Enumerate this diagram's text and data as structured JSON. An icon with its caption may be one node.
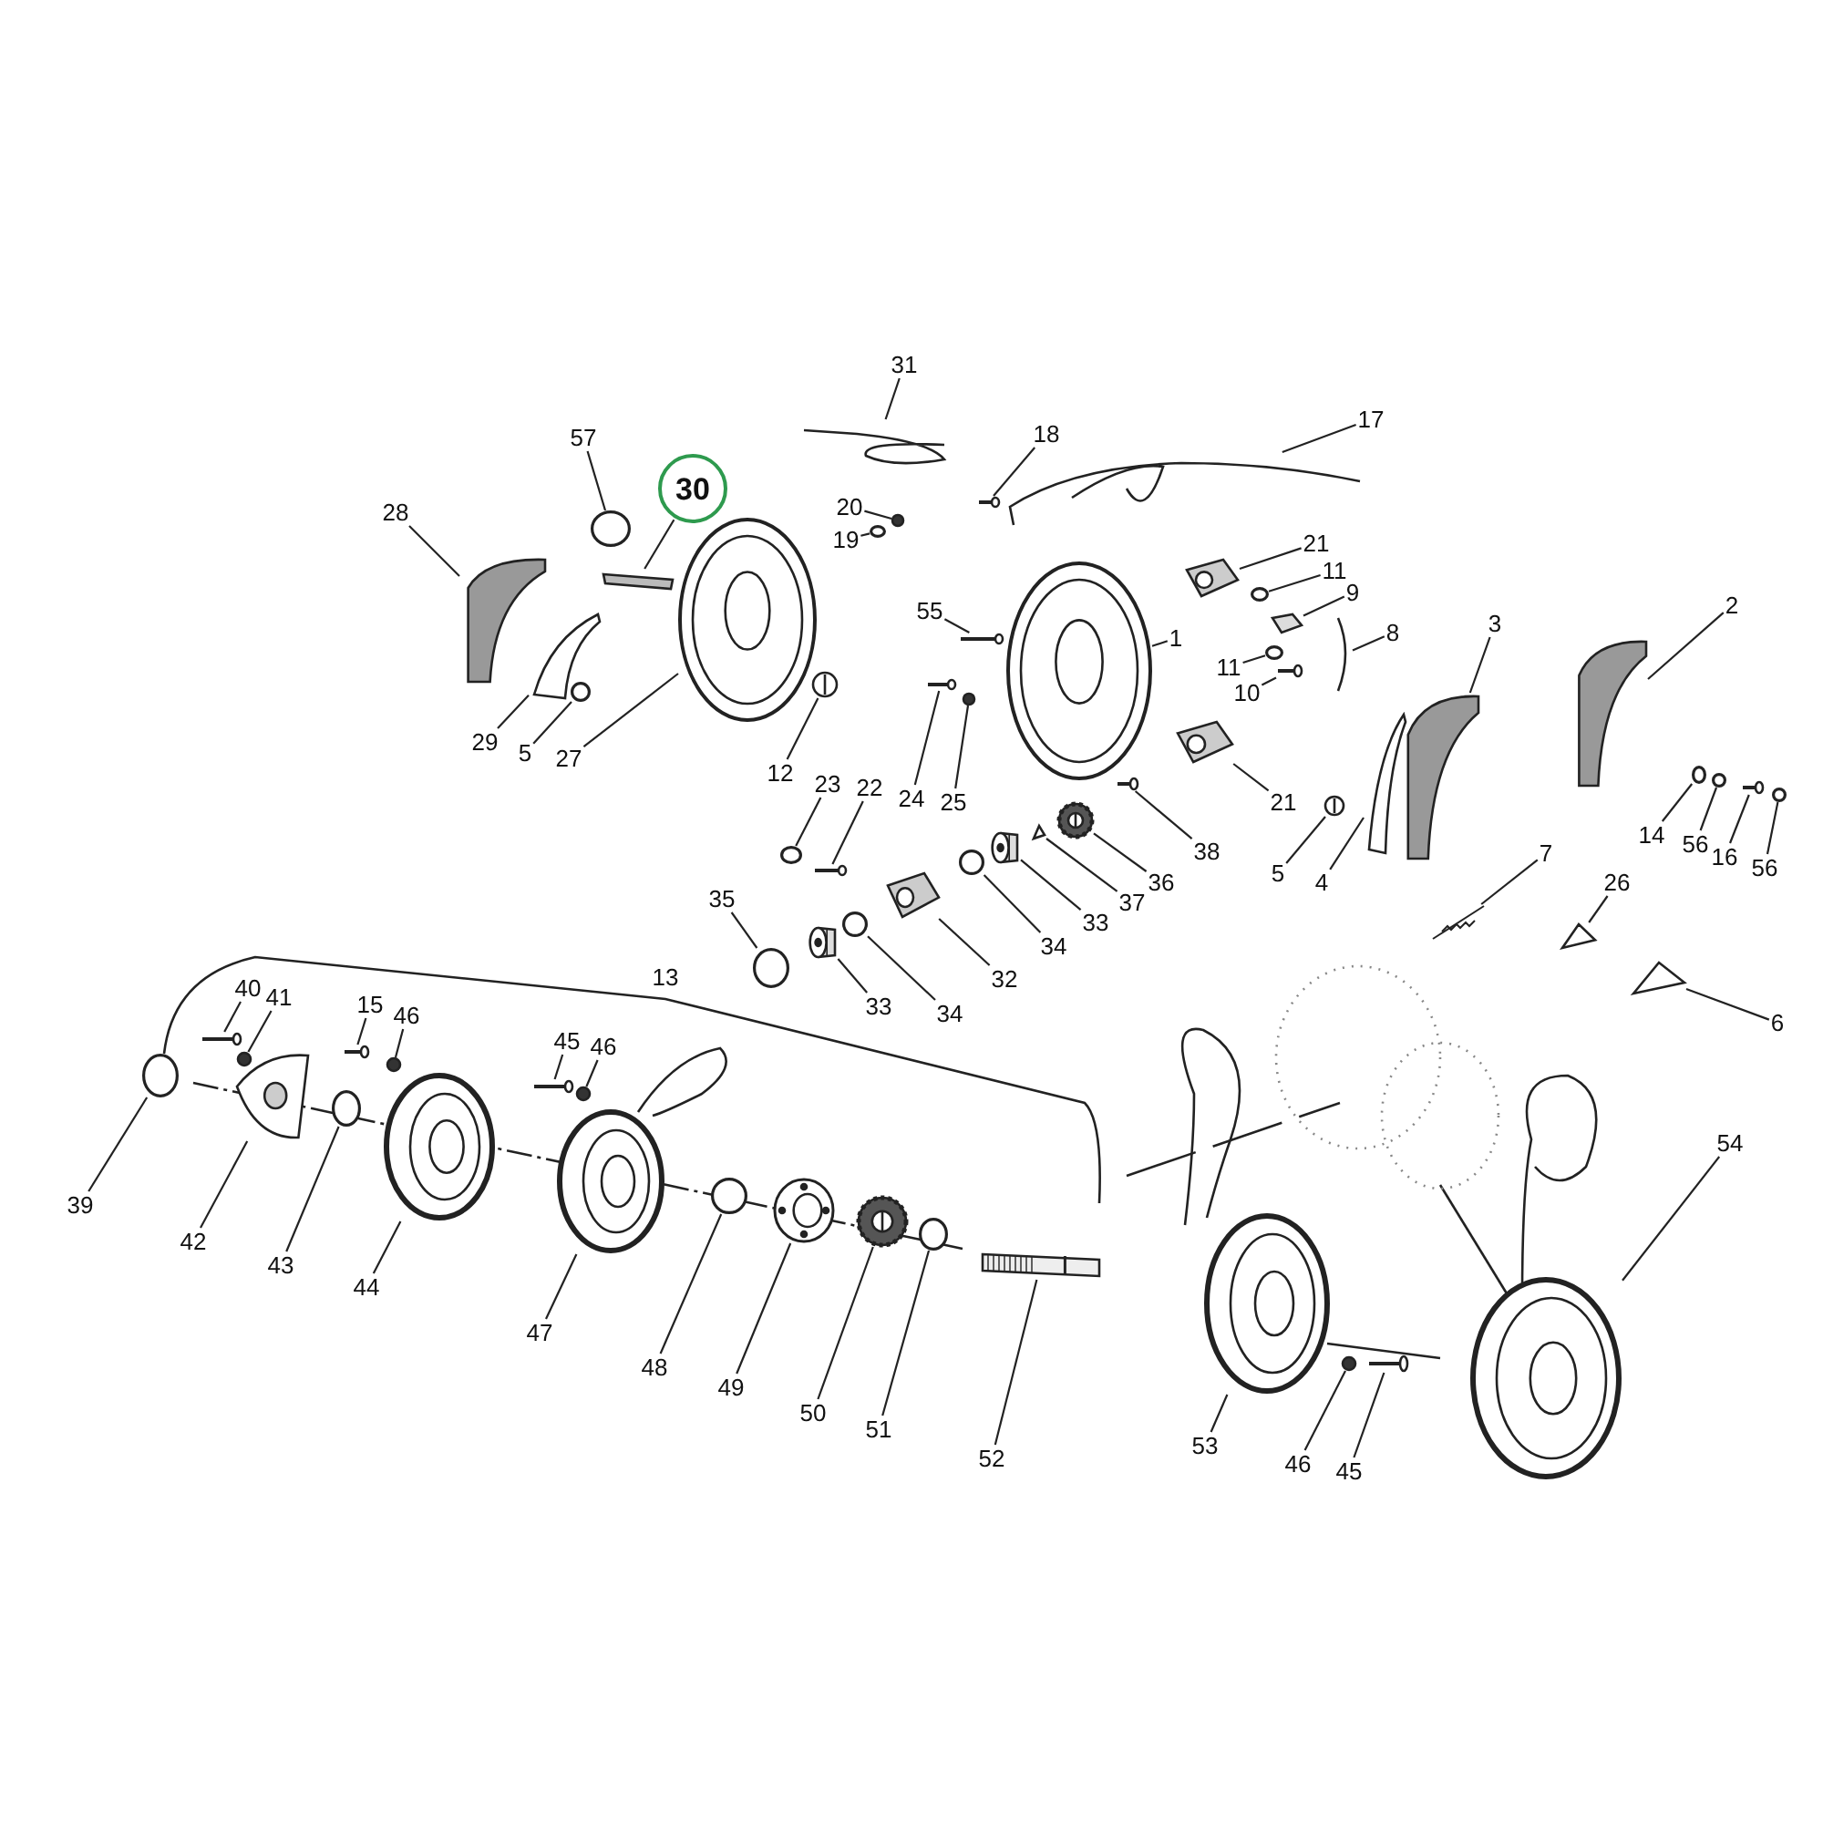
{
  "diagram": {
    "nodes": [
      {
        "text": [
          "31"
        ]
      },
      {
        "text": [
          "57"
        ]
      },
      {
        "text": [
          "30"
        ]
      },
      {
        "text": [
          "28"
        ]
      },
      {
        "text": [
          "18"
        ]
      },
      {
        "text": [
          "17"
        ]
      },
      {
        "text": [
          "20"
        ]
      },
      {
        "text": [
          "19"
        ]
      },
      {
        "text": [
          "21"
        ]
      },
      {
        "text": [
          "11"
        ]
      },
      {
        "text": [
          "9"
        ]
      },
      {
        "text": [
          "55"
        ]
      },
      {
        "text": [
          "1"
        ]
      },
      {
        "text": [
          "8"
        ]
      },
      {
        "text": [
          "11"
        ]
      },
      {
        "text": [
          "10"
        ]
      },
      {
        "text": [
          "3"
        ]
      },
      {
        "text": [
          "2"
        ]
      },
      {
        "text": [
          "29"
        ]
      },
      {
        "text": [
          "5"
        ]
      },
      {
        "text": [
          "27"
        ]
      },
      {
        "text": [
          "12"
        ]
      },
      {
        "text": [
          "24"
        ]
      },
      {
        "text": [
          "25"
        ]
      },
      {
        "text": [
          "23"
        ]
      },
      {
        "text": [
          "22"
        ]
      },
      {
        "text": [
          "21"
        ]
      },
      {
        "text": [
          "38"
        ]
      },
      {
        "text": [
          "36"
        ]
      },
      {
        "text": [
          "37"
        ]
      },
      {
        "text": [
          "33"
        ]
      },
      {
        "text": [
          "34"
        ]
      },
      {
        "text": [
          "5"
        ]
      },
      {
        "text": [
          "4"
        ]
      },
      {
        "text": [
          "14"
        ]
      },
      {
        "text": [
          "56"
        ]
      },
      {
        "text": [
          "16"
        ]
      },
      {
        "text": [
          "56"
        ]
      },
      {
        "text": [
          "7"
        ]
      },
      {
        "text": [
          "26"
        ]
      },
      {
        "text": [
          "6"
        ]
      },
      {
        "text": [
          "35"
        ]
      },
      {
        "text": [
          "32"
        ]
      },
      {
        "text": [
          "33"
        ]
      },
      {
        "text": [
          "34"
        ]
      },
      {
        "text": [
          "40"
        ]
      },
      {
        "text": [
          "41"
        ]
      },
      {
        "text": [
          "15"
        ]
      },
      {
        "text": [
          "46"
        ]
      },
      {
        "text": [
          "45"
        ]
      },
      {
        "text": [
          "46"
        ]
      },
      {
        "text": [
          "39"
        ]
      },
      {
        "text": [
          "42"
        ]
      },
      {
        "text": [
          "43"
        ]
      },
      {
        "text": [
          "44"
        ]
      },
      {
        "text": [
          "47"
        ]
      },
      {
        "text": [
          "48"
        ]
      },
      {
        "text": [
          "49"
        ]
      },
      {
        "text": [
          "50"
        ]
      },
      {
        "text": [
          "51"
        ]
      },
      {
        "text": [
          "52"
        ]
      },
      {
        "text": [
          "53"
        ]
      },
      {
        "text": [
          "46"
        ]
      },
      {
        "text": [
          "45"
        ]
      },
      {
        "text": [
          "54"
        ]
      },
      {
        "text": [],
        "shape": "picture"
      },
      {
        "text": [],
        "shape": "circle"
      },
      {
        "text": [],
        "shape": "box"
      },
      {
        "text": [],
        "shape": "picture"
      },
      {
        "text": [],
        "shape": "picture"
      },
      {
        "text": [],
        "shape": "picture"
      },
      {
        "text": [],
        "shape": "circle"
      },
      {
        "text": [],
        "shape": "circle"
      },
      {
        "text": [],
        "shape": "picture"
      },
      {
        "text": [],
        "shape": "circle"
      },
      {
        "text": [],
        "shape": "picture"
      },
      {
        "text": [],
        "shape": "picture"
      },
      {
        "text": [],
        "shape": "picture"
      },
      {
        "text": [],
        "shape": "picture"
      },
      {
        "text": [],
        "shape": "circle"
      },
      {
        "text": [],
        "shape": "picture"
      },
      {
        "text": [],
        "shape": "picture"
      },
      {
        "text": [],
        "shape": "picture"
      },
      {
        "text": [],
        "shape": "picture"
      },
      {
        "text": [],
        "shape": "circle"
      },
      {
        "text": [],
        "shape": "picture"
      },
      {
        "text": [],
        "shape": "picture"
      },
      {
        "text": [],
        "shape": "picture"
      },
      {
        "text": [],
        "shape": "circle"
      },
      {
        "text": [],
        "shape": "circle"
      },
      {
        "text": [],
        "shape": "picture"
      },
      {
        "text": [],
        "shape": "picture"
      },
      {
        "text": [],
        "shape": "picture"
      },
      {
        "text": [],
        "shape": "picture"
      },
      {
        "text": [],
        "shape": "picture"
      },
      {
        "text": [],
        "shape": "picture"
      },
      {
        "text": [],
        "shape": "circle"
      },
      {
        "text": [],
        "shape": "picture"
      },
      {
        "text": [],
        "shape": "picture"
      },
      {
        "text": [],
        "shape": "circle"
      },
      {
        "text": [],
        "shape": "circle"
      },
      {
        "text": [],
        "shape": "picture"
      },
      {
        "text": [],
        "shape": "circle"
      },
      {
        "text": [],
        "shape": "picture"
      },
      {
        "text": [],
        "shape": "picture"
      },
      {
        "text": [],
        "shape": "picture"
      },
      {
        "text": [],
        "shape": "circle"
      },
      {
        "text": [],
        "shape": "picture"
      },
      {
        "text": [],
        "shape": "picture"
      },
      {
        "text": [],
        "shape": "circle"
      },
      {
        "text": [],
        "shape": "picture"
      },
      {
        "text": [],
        "shape": "circle"
      },
      {
        "text": [],
        "shape": "picture"
      },
      {
        "text": [],
        "shape": "circle"
      },
      {
        "text": [],
        "shape": "picture"
      },
      {
        "text": [],
        "shape": "circle"
      },
      {
        "text": [],
        "shape": "circle"
      },
      {
        "text": [],
        "shape": "picture"
      },
      {
        "text": [],
        "shape": "circle"
      },
      {
        "text": [],
        "shape": "picture"
      },
      {
        "text": [],
        "shape": "picture"
      },
      {
        "text": [],
        "shape": "circle"
      },
      {
        "text": [],
        "shape": "picture"
      },
      {
        "text": [],
        "shape": "picture"
      },
      {
        "text": [],
        "shape": "circle"
      },
      {
        "text": [],
        "shape": "picture"
      },
      {
        "text": [],
        "shape": "picture"
      },
      {
        "text": [],
        "shape": "circle"
      },
      {
        "text": [],
        "shape": "picture"
      },
      {
        "text": [],
        "shape": "picture"
      }
    ],
    "edges": [
      {
        "from": 0,
        "to": 65,
        "arrow": "none"
      },
      {
        "from": 1,
        "to": 66,
        "arrow": "none"
      },
      {
        "from": 2,
        "to": 67,
        "arrow": "none"
      },
      {
        "from": 3,
        "to": 68,
        "arrow": "none"
      },
      {
        "from": 4,
        "to": 69,
        "arrow": "none"
      },
      {
        "from": 5,
        "to": 70,
        "arrow": "none"
      },
      {
        "from": 6,
        "to": 71,
        "arrow": "none"
      },
      {
        "from": 7,
        "to": 72,
        "arrow": "none"
      },
      {
        "from": 8,
        "to": 73,
        "arrow": "none"
      },
      {
        "from": 9,
        "to": 74,
        "arrow": "none"
      },
      {
        "from": 10,
        "to": 75,
        "arrow": "none"
      },
      {
        "from": 11,
        "to": 76,
        "arrow": "none"
      },
      {
        "from": 12,
        "to": 77,
        "arrow": "none"
      },
      {
        "from": 13,
        "to": 78,
        "arrow": "none"
      },
      {
        "from": 14,
        "to": 79,
        "arrow": "none"
      },
      {
        "from": 15,
        "to": 80,
        "arrow": "none"
      },
      {
        "from": 16,
        "to": 81,
        "arrow": "none"
      },
      {
        "from": 17,
        "to": 82,
        "arrow": "none"
      },
      {
        "from": 18,
        "to": 83,
        "arrow": "none"
      },
      {
        "from": 19,
        "to": 84,
        "arrow": "none"
      },
      {
        "from": 20,
        "to": 85,
        "arrow": "none"
      },
      {
        "from": 21,
        "to": 86,
        "arrow": "none"
      },
      {
        "from": 22,
        "to": 87,
        "arrow": "none"
      },
      {
        "from": 23,
        "to": 88,
        "arrow": "none"
      },
      {
        "from": 24,
        "to": 89,
        "arrow": "none"
      },
      {
        "from": 25,
        "to": 90,
        "arrow": "none"
      },
      {
        "from": 26,
        "to": 91,
        "arrow": "none"
      },
      {
        "from": 27,
        "to": 92,
        "arrow": "none"
      },
      {
        "from": 28,
        "to": 93,
        "arrow": "none"
      },
      {
        "from": 29,
        "to": 94,
        "arrow": "none"
      },
      {
        "from": 30,
        "to": 95,
        "arrow": "none"
      },
      {
        "from": 31,
        "to": 96,
        "arrow": "none"
      },
      {
        "from": 32,
        "to": 97,
        "arrow": "none"
      },
      {
        "from": 33,
        "to": 98,
        "arrow": "none"
      },
      {
        "from": 34,
        "to": 99,
        "arrow": "none"
      },
      {
        "from": 35,
        "to": 100,
        "arrow": "none"
      },
      {
        "from": 36,
        "to": 101,
        "arrow": "none"
      },
      {
        "from": 37,
        "to": 102,
        "arrow": "none"
      },
      {
        "from": 38,
        "to": 103,
        "arrow": "none"
      },
      {
        "from": 39,
        "to": 104,
        "arrow": "none"
      },
      {
        "from": 40,
        "to": 105,
        "arrow": "none"
      },
      {
        "from": 41,
        "to": 106,
        "arrow": "none"
      },
      {
        "from": 42,
        "to": 107,
        "arrow": "none"
      },
      {
        "from": 43,
        "to": 108,
        "arrow": "none"
      },
      {
        "from": 44,
        "to": 109,
        "arrow": "none"
      },
      {
        "from": 45,
        "to": 110,
        "arrow": "none"
      },
      {
        "from": 46,
        "to": 111,
        "arrow": "none"
      },
      {
        "from": 47,
        "to": 112,
        "arrow": "none"
      },
      {
        "from": 48,
        "to": 113,
        "arrow": "none"
      },
      {
        "from": 49,
        "to": 114,
        "arrow": "none"
      },
      {
        "from": 50,
        "to": 115,
        "arrow": "none"
      },
      {
        "from": 51,
        "to": 116,
        "arrow": "none"
      },
      {
        "from": 52,
        "to": 117,
        "arrow": "none"
      },
      {
        "from": 53,
        "to": 118,
        "arrow": "none"
      },
      {
        "from": 54,
        "to": 119,
        "arrow": "none"
      },
      {
        "from": 55,
        "to": 120,
        "arrow": "none"
      },
      {
        "from": 56,
        "to": 121,
        "arrow": "none"
      },
      {
        "from": 57,
        "to": 122,
        "arrow": "none"
      },
      {
        "from": 58,
        "to": 123,
        "arrow": "none"
      },
      {
        "from": 59,
        "to": 124,
        "arrow": "none"
      },
      {
        "from": 60,
        "to": 125,
        "arrow": "none"
      },
      {
        "from": 61,
        "to": 126,
        "arrow": "none"
      },
      {
        "from": 62,
        "to": 127,
        "arrow": "none"
      },
      {
        "from": 63,
        "to": 128,
        "arrow": "none"
      },
      {
        "from": 64,
        "to": 129,
        "arrow": "none"
      }
    ],
    "labels": [
      "13"
    ]
  }
}
